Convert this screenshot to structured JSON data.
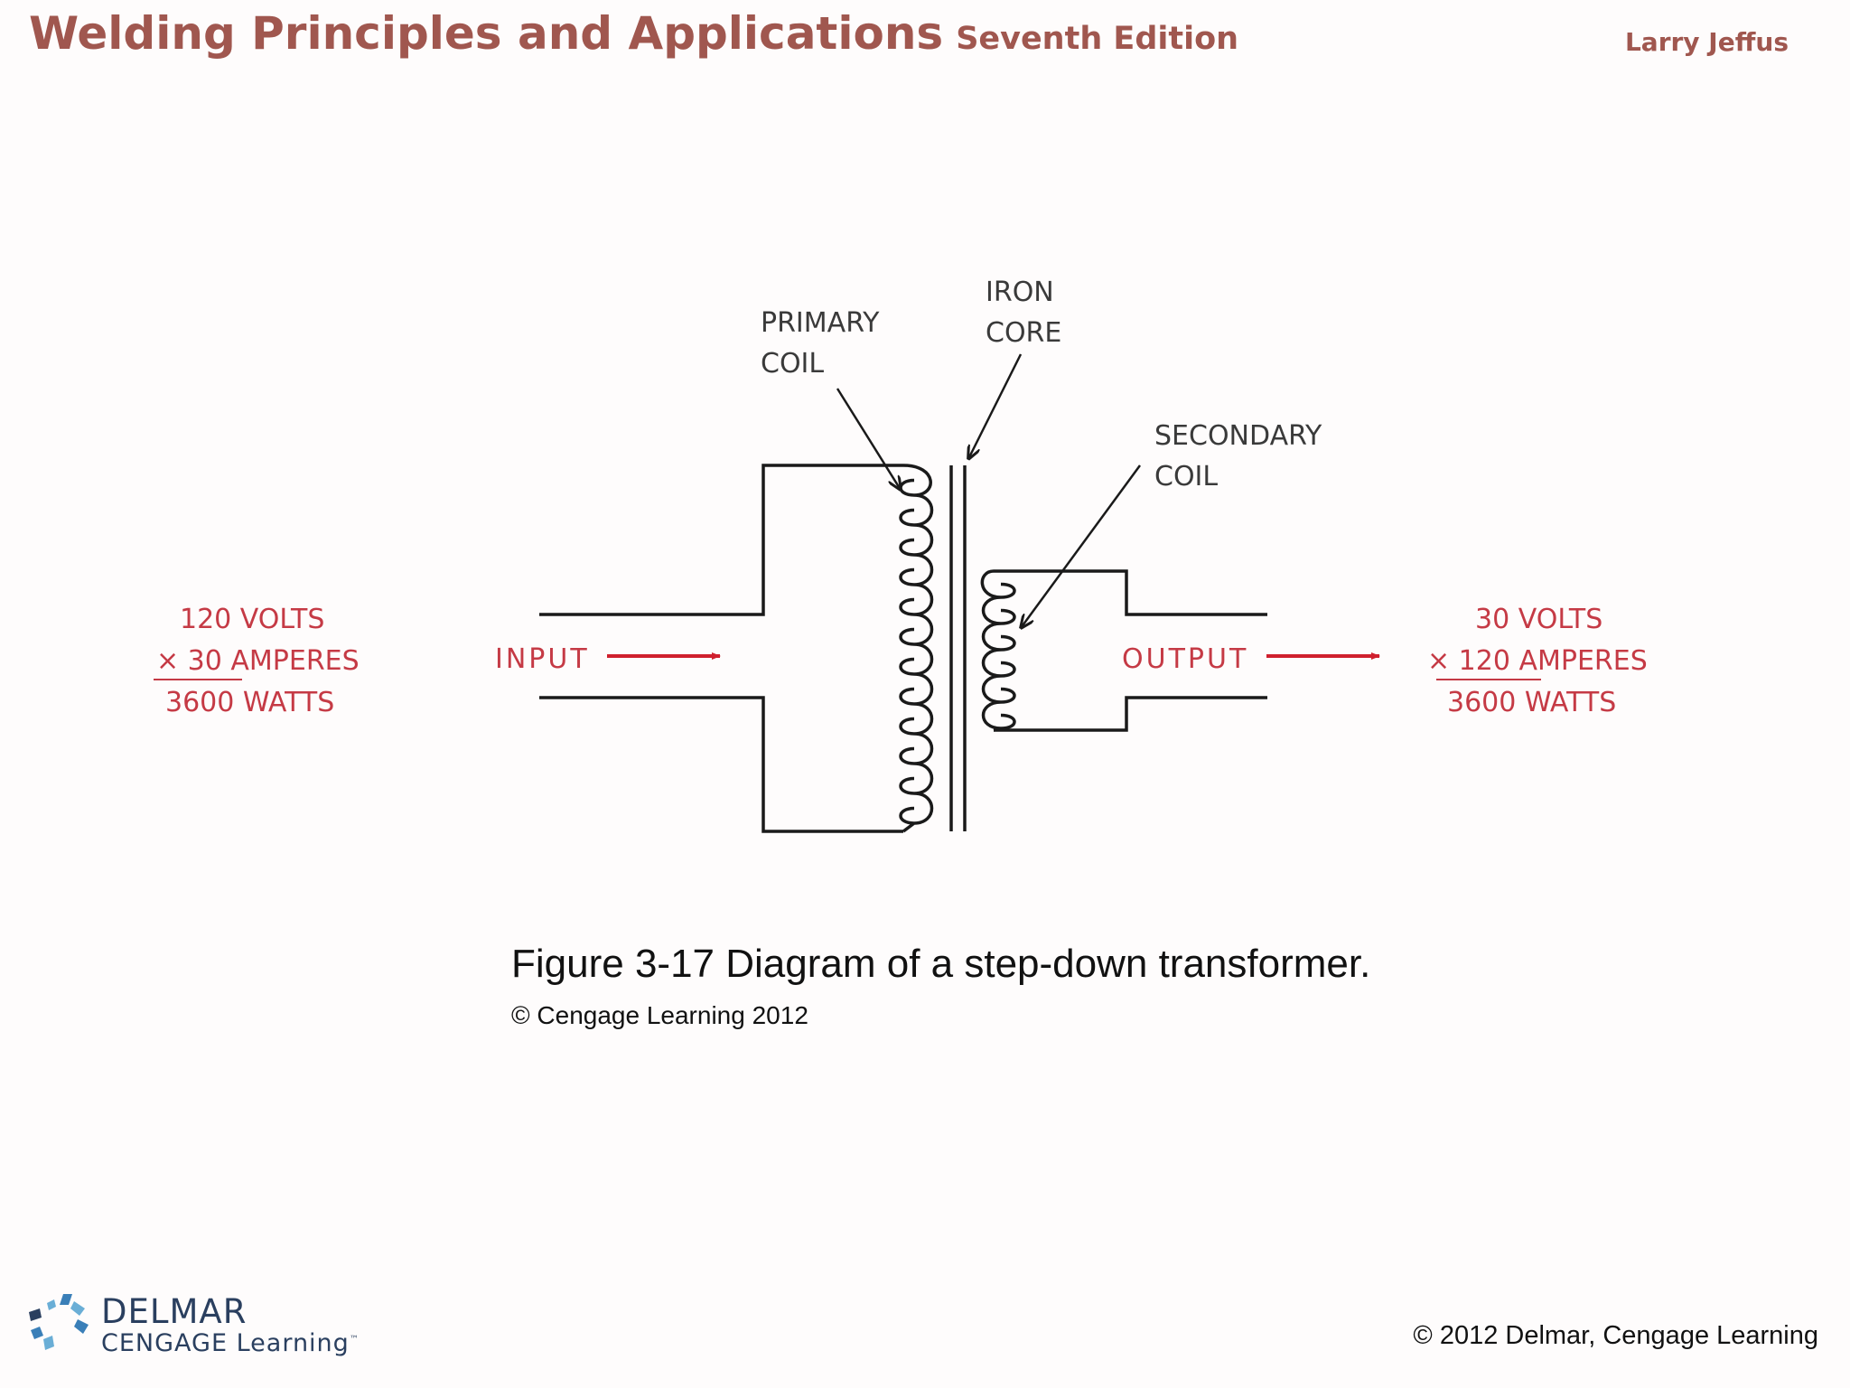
{
  "header": {
    "title": "Welding Principles and Applications",
    "edition": "Seventh Edition",
    "author": "Larry Jeffus"
  },
  "diagram": {
    "labels": {
      "primary_coil": [
        "PRIMARY",
        "COIL"
      ],
      "iron_core": [
        "IRON",
        "CORE"
      ],
      "secondary_coil": [
        "SECONDARY",
        "COIL"
      ],
      "input": "INPUT",
      "output": "OUTPUT"
    },
    "input_calc": {
      "volts": "120 VOLTS",
      "amperes": "×  30 AMPERES",
      "watts": "3600 WATTS"
    },
    "output_calc": {
      "volts": "30 VOLTS",
      "amperes": "×  120 AMPERES",
      "watts": "3600 WATTS"
    }
  },
  "caption": {
    "text": "Figure 3-17 Diagram of a step-down transformer.",
    "credit": "© Cengage Learning 2012"
  },
  "footer": {
    "logo_name": "DELMAR",
    "logo_sub": "CENGAGE Learning",
    "copyright": "© 2012 Delmar, Cengage Learning"
  },
  "colors": {
    "title": "#a0574f",
    "accent_red": "#c53a45",
    "line": "#1a1a1a",
    "logo_blue": "#2a3f5f",
    "logo_light": "#6aaed6"
  }
}
